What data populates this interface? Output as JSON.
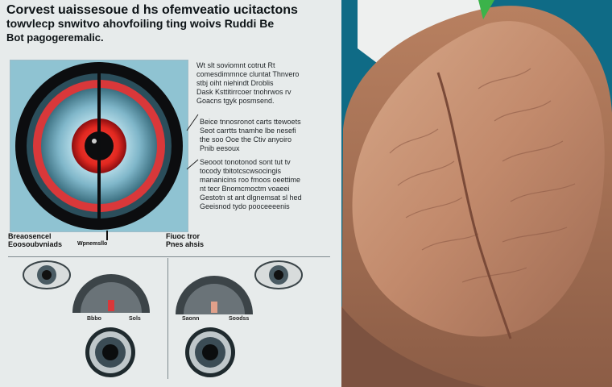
{
  "header": {
    "line1": "Corvest uaissesoue d hs ofemveatio ucitactons",
    "line2": "towvlecp snwitvo ahovfoiling ting woivs Ruddi Be",
    "line3": "Bot pagogeremalic."
  },
  "right_column": {
    "block1": [
      "Wt slt soviomnt cotrut Rt",
      "comesdimmnce cluntat Thnvero",
      "stbj oiht niehindt Droblis",
      "Dask Ksttitirrcoer tnohrwos rv",
      "Goacns tgyk posmsend."
    ],
    "block2": [
      "Beice tnnosronot carts ttewoets",
      "Seot carrtts tnamhe lbe nesefi",
      "the soo Ooe the Ctiv anyoiro",
      "Pnib eesoux"
    ],
    "block3": [
      "Seooot tonotonod sont tut tv",
      "tocody tbitotcscwsocingis",
      "mananicins roo fmoos oeettime",
      "nt tecr Bnomcmoctm voaeei",
      "Gestotn st ant dlgnemsat sl hed",
      "Geeisnod tydo pooceeeenis"
    ]
  },
  "labels": {
    "bottom_left_a": "Breaosencel",
    "bottom_left_b": "Eoosoubvniads",
    "mid_bottom": "Wpnemsllo",
    "mid_right_a": "Fiuoc tror",
    "mid_right_b": "Pnes ahsis"
  },
  "small_labels": {
    "fan1_left": "Bbbo",
    "fan1_right": "Sols",
    "fan2_left": "Saonn",
    "fan2_right": "Soodss"
  },
  "colors": {
    "panel_bg": "#8fc3d2",
    "ring_dark": "#0c0d0f",
    "ring_red": "#d9383a",
    "right_bg": "#0f6b86",
    "skin": "#c58f6f"
  }
}
